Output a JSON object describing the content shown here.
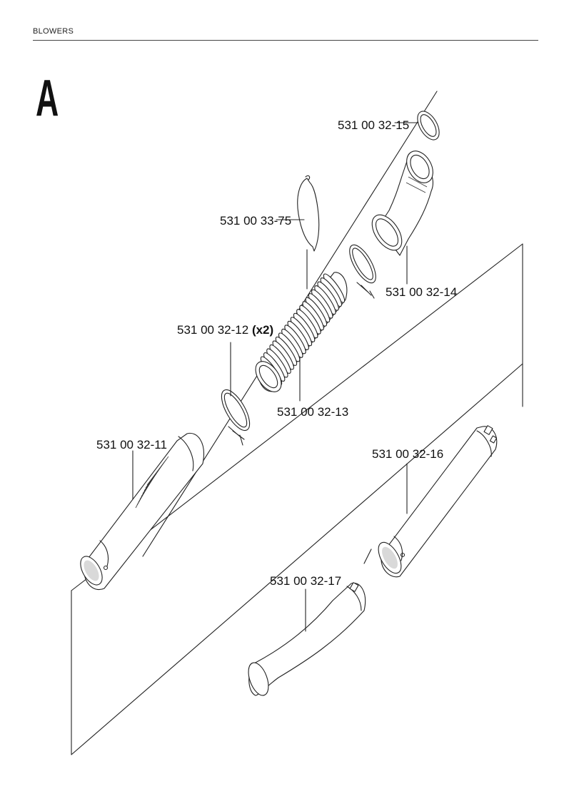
{
  "header": {
    "section": "BLOWERS"
  },
  "figure": {
    "letter": "A"
  },
  "parts": [
    {
      "id": "p15",
      "number": "531 00 32-15",
      "qty": ""
    },
    {
      "id": "p7575",
      "number": "531 00 33-75",
      "qty": ""
    },
    {
      "id": "p14",
      "number": "531 00 32-14",
      "qty": ""
    },
    {
      "id": "p12",
      "number": "531 00 32-12",
      "qty": "(x2)"
    },
    {
      "id": "p13",
      "number": "531 00 32-13",
      "qty": ""
    },
    {
      "id": "p11",
      "number": "531 00 32-11",
      "qty": ""
    },
    {
      "id": "p16",
      "number": "531 00 32-16",
      "qty": ""
    },
    {
      "id": "p17",
      "number": "531 00 32-17",
      "qty": ""
    }
  ]
}
